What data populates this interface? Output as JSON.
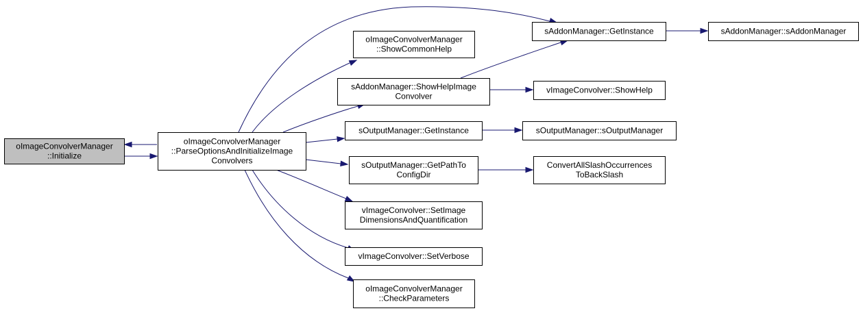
{
  "graph": {
    "colors": {
      "edge": "#191970",
      "highlight_fill": "#bfbfbf",
      "node_fill": "#ffffff",
      "border": "#000000"
    },
    "nodes": [
      {
        "id": "initialize",
        "lines": [
          "oImageConvolverManager",
          "::Initialize"
        ],
        "highlight": true
      },
      {
        "id": "parse",
        "lines": [
          "oImageConvolverManager",
          "::ParseOptionsAndInitializeImage",
          "Convolvers"
        ]
      },
      {
        "id": "showcommonhelp",
        "lines": [
          "oImageConvolverManager",
          "::ShowCommonHelp"
        ]
      },
      {
        "id": "showhelpimage",
        "lines": [
          "sAddonManager::ShowHelpImage",
          "Convolver"
        ]
      },
      {
        "id": "outputgetinstance",
        "lines": [
          "sOutputManager::GetInstance"
        ]
      },
      {
        "id": "getpathtoconfig",
        "lines": [
          "sOutputManager::GetPathTo",
          "ConfigDir"
        ]
      },
      {
        "id": "setimagedims",
        "lines": [
          "vImageConvolver::SetImage",
          "DimensionsAndQuantification"
        ]
      },
      {
        "id": "setverbose",
        "lines": [
          "vImageConvolver::SetVerbose"
        ]
      },
      {
        "id": "checkparams",
        "lines": [
          "oImageConvolverManager",
          "::CheckParameters"
        ]
      },
      {
        "id": "addongetinstance",
        "lines": [
          "sAddonManager::GetInstance"
        ]
      },
      {
        "id": "addonctor",
        "lines": [
          "sAddonManager::sAddonManager"
        ]
      },
      {
        "id": "showhelp",
        "lines": [
          "vImageConvolver::ShowHelp"
        ]
      },
      {
        "id": "outputctor",
        "lines": [
          "sOutputManager::sOutputManager"
        ]
      },
      {
        "id": "convertslash",
        "lines": [
          "ConvertAllSlashOccurrences",
          "ToBackSlash"
        ]
      }
    ],
    "edges": [
      {
        "from": "initialize",
        "to": "parse"
      },
      {
        "from": "parse",
        "to": "initialize"
      },
      {
        "from": "parse",
        "to": "addongetinstance"
      },
      {
        "from": "parse",
        "to": "showcommonhelp"
      },
      {
        "from": "parse",
        "to": "showhelpimage"
      },
      {
        "from": "parse",
        "to": "outputgetinstance"
      },
      {
        "from": "parse",
        "to": "getpathtoconfig"
      },
      {
        "from": "parse",
        "to": "setimagedims"
      },
      {
        "from": "parse",
        "to": "setverbose"
      },
      {
        "from": "parse",
        "to": "checkparams"
      },
      {
        "from": "addongetinstance",
        "to": "addonctor"
      },
      {
        "from": "showhelpimage",
        "to": "addongetinstance"
      },
      {
        "from": "showhelpimage",
        "to": "showhelp"
      },
      {
        "from": "outputgetinstance",
        "to": "outputctor"
      },
      {
        "from": "getpathtoconfig",
        "to": "convertslash"
      }
    ]
  }
}
